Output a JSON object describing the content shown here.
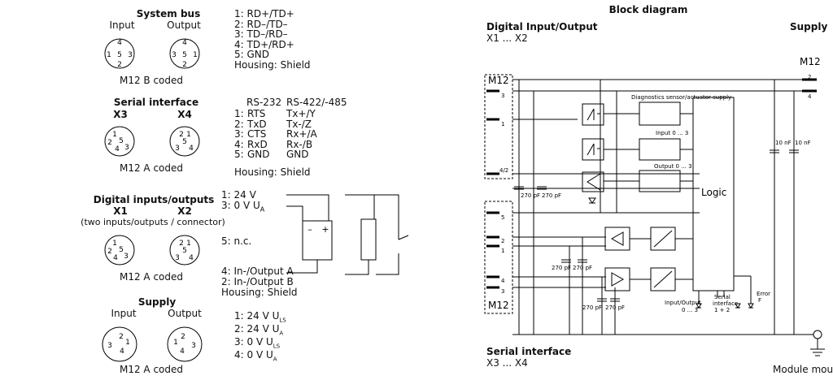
{
  "system_bus": {
    "title": "System bus",
    "input_label": "Input",
    "output_label": "Output",
    "input_pins": [
      "4",
      "1",
      "5",
      "3",
      "2"
    ],
    "output_pins": [
      "4",
      "3",
      "5",
      "1",
      "2"
    ],
    "coding": "M12 B coded",
    "pins": [
      "1: RD+/TD+",
      "2: RD–/TD–",
      "3: TD–/RD–",
      "4: TD+/RD+",
      "5: GND",
      "Housing: Shield"
    ]
  },
  "serial_interface": {
    "title": "Serial interface",
    "conn1": "X3",
    "conn2": "X4",
    "conn1_pins": [
      "1",
      "2",
      "5",
      "4",
      "3"
    ],
    "conn2_pins": [
      "2",
      "1",
      "5",
      "3",
      "4"
    ],
    "coding": "M12 A coded",
    "col_header_1": "RS-232",
    "col_header_2": "RS-422/-485",
    "rows": [
      {
        "pin": "1:",
        "a": "RTS",
        "b": "Tx+/Y"
      },
      {
        "pin": "2:",
        "a": "TxD",
        "b": "Tx-/Z"
      },
      {
        "pin": "3:",
        "a": "CTS",
        "b": "Rx+/A"
      },
      {
        "pin": "4:",
        "a": "RxD",
        "b": "Rx-/B"
      },
      {
        "pin": "5:",
        "a": "GND",
        "b": "GND"
      }
    ],
    "housing": "Housing: Shield"
  },
  "digital_io": {
    "title": "Digital inputs/outputs",
    "conn1": "X1",
    "conn2": "X2",
    "subtitle": "(two inputs/outputs / connector)",
    "conn1_pins": [
      "1",
      "2",
      "5",
      "4",
      "3"
    ],
    "conn2_pins": [
      "2",
      "1",
      "5",
      "3",
      "4"
    ],
    "coding": "M12 A coded",
    "pin1": "1: 24 V",
    "pin3": "3: 0 V U",
    "pin3_sub": "A",
    "pin5": "5: n.c.",
    "pin4": "4: In-/Output A",
    "pin2": "2: In-/Output B",
    "housing": "Housing: Shield",
    "plus": "+",
    "minus": "–"
  },
  "supply": {
    "title": "Supply",
    "input_label": "Input",
    "output_label": "Output",
    "input_pins": [
      "2",
      "1",
      "3",
      "4"
    ],
    "output_pins": [
      "2",
      "1",
      "3",
      "4"
    ],
    "coding": "M12 A coded",
    "pins": [
      {
        "t": "1: 24 V U",
        "s": "LS"
      },
      {
        "t": "2: 24 V U",
        "s": "A"
      },
      {
        "t": "3: 0 V U",
        "s": "LS"
      },
      {
        "t": "4: 0 V U",
        "s": "A"
      }
    ]
  },
  "block_diagram": {
    "title": "Block diagram",
    "dio_title": "Digital Input/Output",
    "dio_sub": "X1 ... X2",
    "supply_title": "Supply",
    "m12_right": "M12",
    "supply_pin_top": "2",
    "supply_pin_bottom": "4",
    "m12_left_top": "M12",
    "m12_left_bottom": "M12",
    "left_pins_top": [
      "3",
      "1",
      "4/2"
    ],
    "left_pins_bottom": [
      "5",
      "2",
      "1",
      "4",
      "3"
    ],
    "diag_label": "Diagnostics sensor/actuator supply",
    "input_label": "Input 0 ... 3",
    "output_label": "Output 0 ... 3",
    "logic_label": "Logic",
    "cap_10nf": "10 nF",
    "cap_270pf": "270 pF",
    "led_io": "Input/Output",
    "led_io_sub": "0 ... 3",
    "led_serial": "Serial",
    "led_serial2": "interface",
    "led_serial3": "1 + 2",
    "led_error": "Error",
    "led_error2": "F",
    "serial_title": "Serial interface",
    "serial_sub": "X3 ... X4",
    "module_mount": "Module mount"
  }
}
